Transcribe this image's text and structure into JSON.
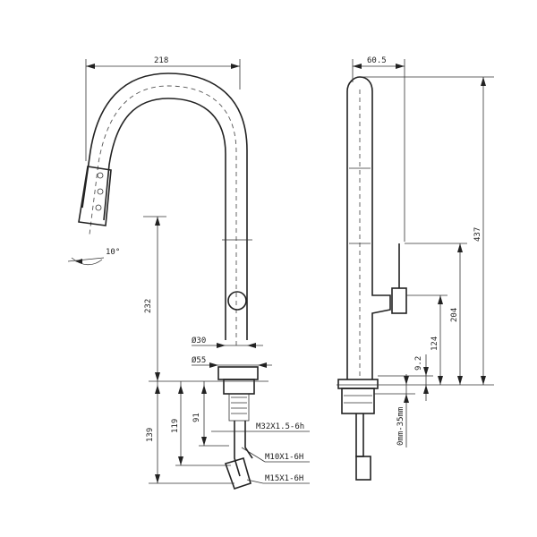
{
  "front_view": {
    "width_dim": "218",
    "height_dim": "232",
    "angle_dim": "10°",
    "dia_small": "Ø30",
    "dia_large": "Ø55",
    "dim_139": "139",
    "dim_119": "119",
    "dim_91": "91",
    "thread_1": "M32X1.5-6h",
    "thread_2": "M10X1-6H",
    "thread_3": "M15X1-6H"
  },
  "side_view": {
    "top_dim": "60.5",
    "total_height": "437",
    "handle_height": "204",
    "lever_height": "124",
    "base_height": "9.2",
    "deck_range": "0mm-35mm"
  }
}
